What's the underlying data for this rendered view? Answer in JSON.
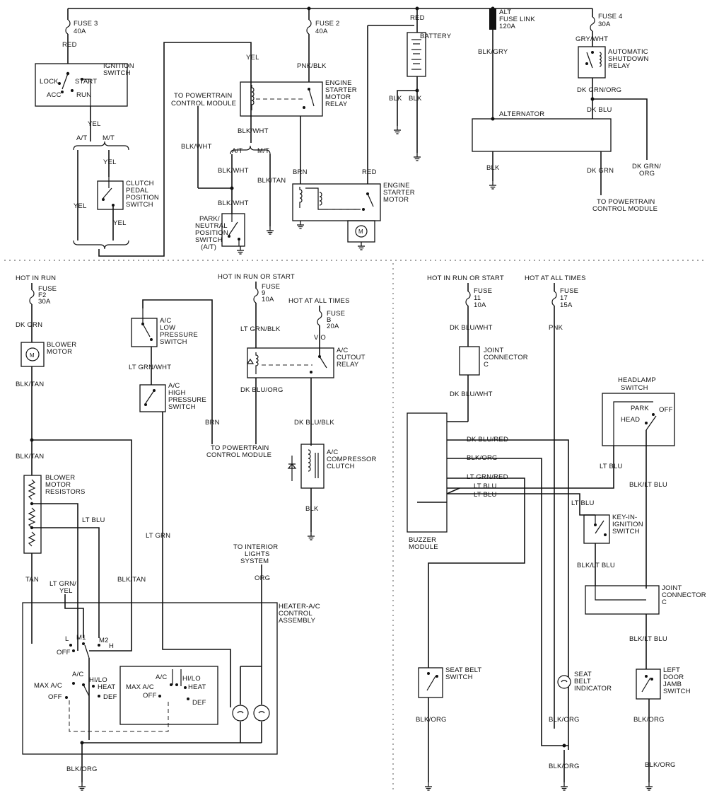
{
  "top": {
    "fuse3": [
      "FUSE 3",
      "40A"
    ],
    "red1": "RED",
    "ign_switch": [
      "IGNITION",
      "SWITCH"
    ],
    "ign_lock": "LOCK",
    "ign_start": "START",
    "ign_acc": "ACC",
    "ign_run": "RUN",
    "yel_a": "YEL",
    "at": "A/T",
    "mt": "M/T",
    "yel_b": "YEL",
    "clutch": [
      "CLUTCH",
      "PEDAL",
      "POSITION",
      "SWITCH"
    ],
    "yel_c": "YEL",
    "yel_d": "YEL",
    "yel_e": "YEL",
    "to_pcm": [
      "TO POWERTRAIN",
      "CONTROL MODULE"
    ],
    "blk_wht1": "BLK/WHT",
    "blk_wht2": "BLK/WHT",
    "at2": "A/T",
    "mt2": "M/T",
    "blk_wht3": "BLK/WHT",
    "blk_tan": "BLK/TAN",
    "blk_wht4": "BLK/WHT",
    "park_neutral": [
      "PARK/",
      "NEUTRAL",
      "POSITION",
      "SWITCH",
      "(A/T)"
    ],
    "fuse2": [
      "FUSE 2",
      "40A"
    ],
    "pnk_blk": "PNK/BLK",
    "starter_relay": [
      "ENGINE",
      "STARTER",
      "MOTOR",
      "RELAY"
    ],
    "brn": "BRN",
    "red2": "RED",
    "red3": "RED",
    "battery": "BATTERY",
    "blk1": "BLK",
    "blk2": "BLK",
    "starter_motor": [
      "ENGINE",
      "STARTER",
      "MOTOR"
    ],
    "alt_fuse": [
      "ALT",
      "FUSE LINK",
      "120A"
    ],
    "blk_gry": "BLK/GRY",
    "alternator": "ALTERNATOR",
    "blk3": "BLK",
    "dk_grn": "DK GRN",
    "fuse4": [
      "FUSE 4",
      "30A"
    ],
    "gry_wht": "GRY/WHT",
    "asd_relay": [
      "AUTOMATIC",
      "SHUTDOWN",
      "RELAY"
    ],
    "dk_grn_org": "DK GRN/ORG",
    "dk_blu": "DK BLU",
    "dk_grn_org2": [
      "DK GRN/",
      "ORG"
    ],
    "to_pcm2": [
      "TO POWERTRAIN",
      "CONTROL MODULE"
    ]
  },
  "blower": {
    "hot": "HOT IN RUN",
    "fuse": [
      "FUSE",
      "F2",
      "30A"
    ],
    "dk_grn": "DK GRN",
    "motor": [
      "BLOWER",
      "MOTOR"
    ],
    "blk_tan1": "BLK/TAN",
    "blk_tan2": "BLK/TAN",
    "resistors": [
      "BLOWER",
      "MOTOR",
      "RESISTORS"
    ],
    "lt_blu": "LT BLU",
    "tan": "TAN",
    "lt_grn_yel": [
      "LT GRN/",
      "YEL"
    ],
    "blk_tan3": "BLK/TAN",
    "lt_grn": "LT GRN",
    "low_press": [
      "A/C",
      "LOW",
      "PRESSURE",
      "SWITCH"
    ],
    "lt_grn_wht": "LT GRN/WHT",
    "high_press": [
      "A/C",
      "HIGH",
      "PRESSURE",
      "SWITCH"
    ],
    "brn": "BRN",
    "hot2": "HOT IN RUN OR START",
    "fuse9": [
      "FUSE",
      "9",
      "10A"
    ],
    "lt_grn_blk": "LT GRN/BLK",
    "hot_all": "HOT AT ALL TIMES",
    "fuseB": [
      "FUSE",
      "B",
      "20A"
    ],
    "vio": "VIO",
    "cutout": [
      "A/C",
      "CUTOUT",
      "RELAY"
    ],
    "dk_blu_org": "DK BLU/ORG",
    "to_pcm": [
      "TO POWERTRAIN",
      "CONTROL MODULE"
    ],
    "dk_blu_blk": "DK BLU/BLK",
    "compressor": [
      "A/C",
      "COMPRESSOR",
      "CLUTCH"
    ],
    "blk": "BLK",
    "interior": [
      "TO INTERIOR",
      "LIGHTS",
      "SYSTEM"
    ],
    "org": "ORG",
    "control_asm": [
      "HEATER-A/C",
      "CONTROL",
      "ASSEMBLY"
    ],
    "sw_l": "L",
    "sw_m1": "M1",
    "sw_m2": "M2",
    "sw_h": "H",
    "sw_off1": "OFF",
    "sw_maxac1": "MAX A/C",
    "sw_ac1": "A/C",
    "sw_hilo1": "HI/LO",
    "sw_heat1": "HEAT",
    "sw_off2": "OFF",
    "sw_def1": "DEF",
    "sw_maxac2": "MAX A/C",
    "sw_ac2": "A/C",
    "sw_hilo2": "HI/LO",
    "sw_heat2": "HEAT",
    "sw_off3": "OFF",
    "sw_def2": "DEF",
    "blk_org": "BLK/ORG"
  },
  "buzzer": {
    "hot1": "HOT IN RUN OR START",
    "hot2": "HOT AT ALL TIMES",
    "fuse11": [
      "FUSE",
      "11",
      "10A"
    ],
    "fuse17": [
      "FUSE",
      "17",
      "15A"
    ],
    "dk_blu_wht1": "DK BLU/WHT",
    "pnk": "PNK",
    "joint_c1": [
      "JOINT",
      "CONNECTOR",
      "C"
    ],
    "dk_blu_wht2": "DK BLU/WHT",
    "headlamp": [
      "HEADLAMP",
      "SWITCH"
    ],
    "park": "PARK",
    "off": "OFF",
    "head": "HEAD",
    "dk_blu_red": "DK BLU/RED",
    "blk_org1": "BLK/ORG",
    "lt_grn_red": "LT GRN/RED",
    "lt_blu1": "LT BLU",
    "lt_blu2": "LT BLU",
    "lt_blu3": "LT BLU",
    "blk_lt_blu1": "BLK/LT BLU",
    "module": [
      "BUZZER",
      "MODULE"
    ],
    "lt_blu4": "LT BLU",
    "key_in": [
      "KEY-IN-",
      "IGNITION",
      "SWITCH"
    ],
    "blk_lt_blu2": "BLK/LT BLU",
    "joint_c2": [
      "JOINT",
      "CONNECTOR",
      "C"
    ],
    "blk_lt_blu3": "BLK/LT BLU",
    "seat_sw": [
      "SEAT BELT",
      "SWITCH"
    ],
    "seat_ind": [
      "SEAT",
      "BELT",
      "INDICATOR"
    ],
    "door_sw": [
      "LEFT",
      "DOOR",
      "JAMB",
      "SWITCH"
    ],
    "blk_org2": "BLK/ORG",
    "blk_org3": "BLK/ORG",
    "blk_org4": "BLK/ORG",
    "blk_org5": "BLK/ORG",
    "blk_org6": "BLK/ORG"
  }
}
